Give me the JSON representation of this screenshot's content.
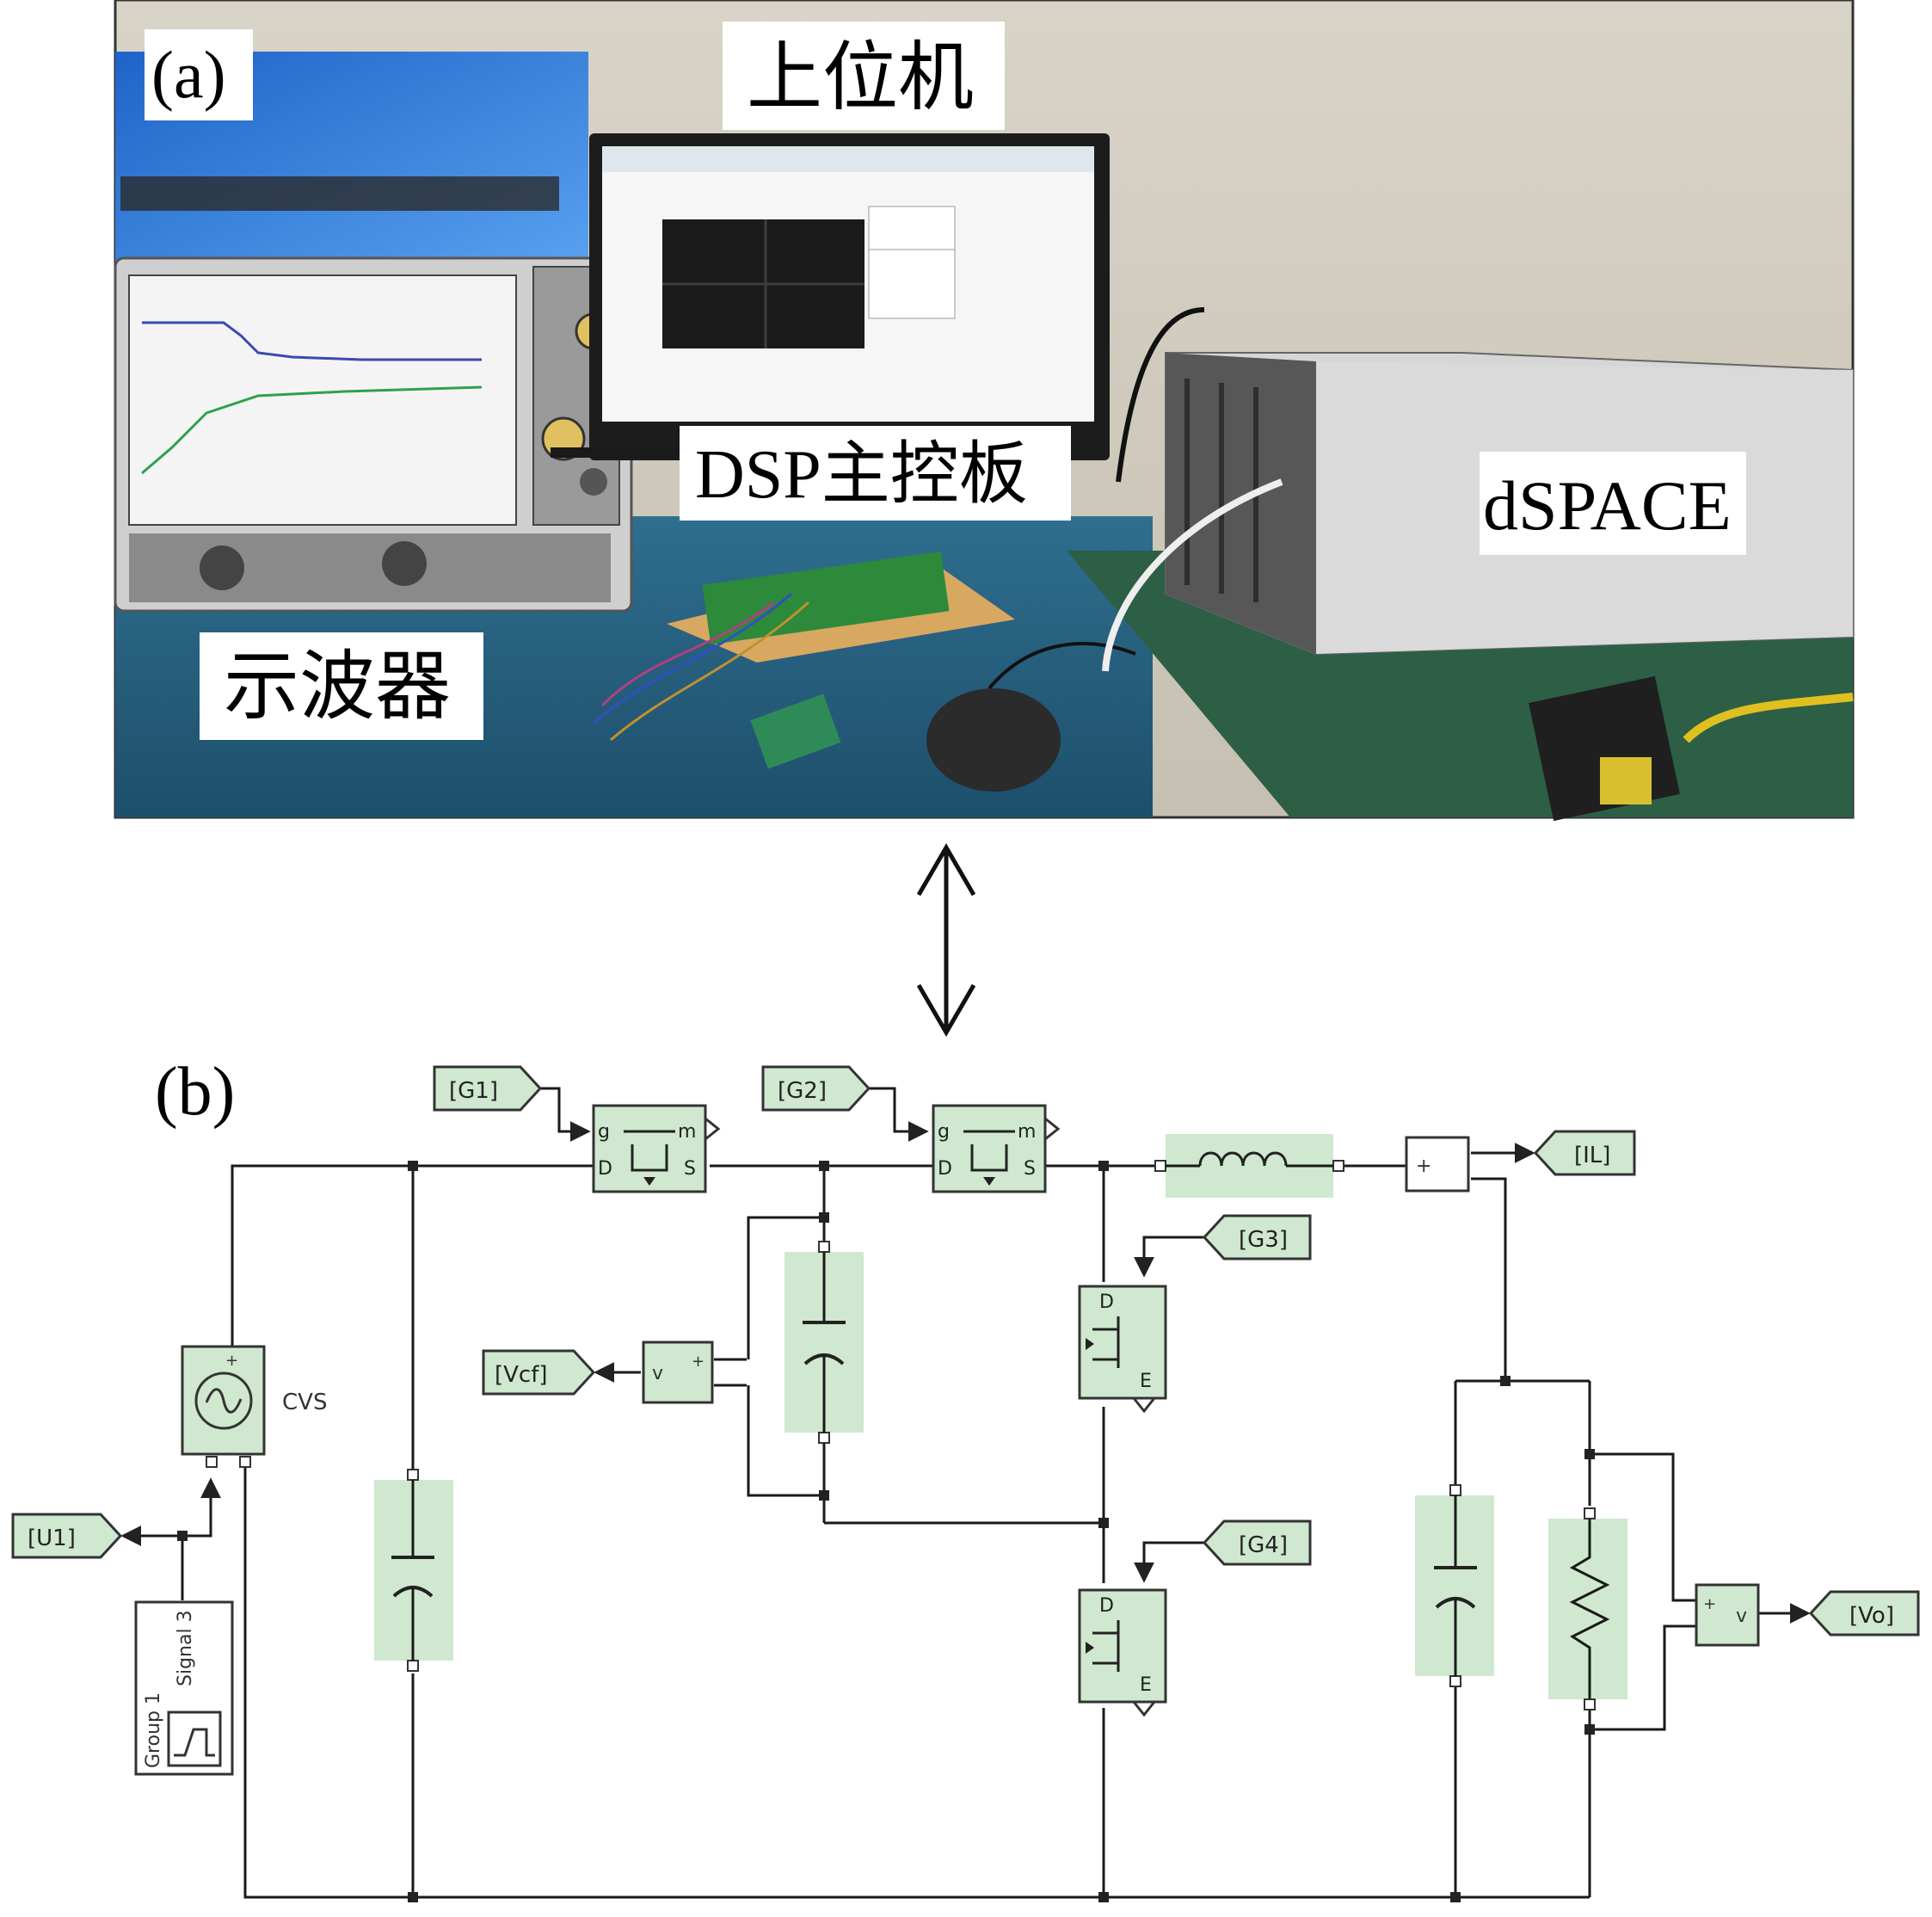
{
  "panel_a": {
    "label": "(a)",
    "labels": {
      "host": "上位机",
      "dsp": "DSP主控板",
      "dspace": "dSPACE",
      "scope": "示波器"
    }
  },
  "panel_b": {
    "label": "(b)",
    "tags": {
      "g1": "[G1]",
      "g2": "[G2]",
      "g3": "[G3]",
      "g4": "[G4]",
      "il": "[IL]",
      "vcf": "[Vcf]",
      "u1": "[U1]",
      "vo": "[Vo]"
    },
    "block_text": {
      "cvs": "CVS",
      "group": "Group 1",
      "signal": "Signal 3",
      "pin_g": "g",
      "pin_m": "m",
      "pin_d_upper": "D",
      "pin_s": "S",
      "pin_d": "D",
      "pin_e": "E",
      "pin_v": "v",
      "plus": "+",
      "minus": "-"
    }
  },
  "colors": {
    "block_fill": "#cfe8cf",
    "photo_bg": "#2a6fb8"
  }
}
